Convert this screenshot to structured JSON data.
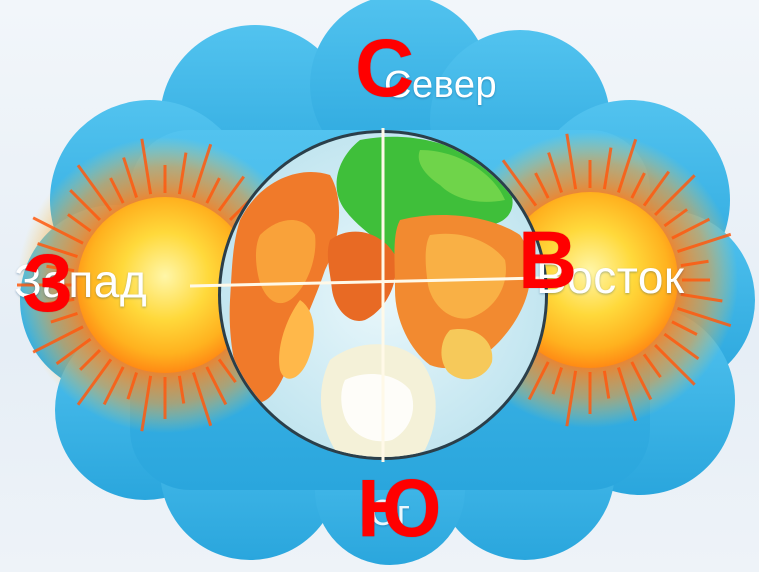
{
  "directions": {
    "north": {
      "word": "Север",
      "letter": "С"
    },
    "west": {
      "word": "Запад",
      "letter": "З"
    },
    "east": {
      "word": "Восток",
      "letter": "В"
    },
    "south": {
      "word": "Юг",
      "letter": "Ю"
    }
  },
  "colors": {
    "cloud": "#3db3e6",
    "sun_core": "#ffd23a",
    "sun_rays": "#ff6a1a",
    "letters": "#ff0000",
    "words": "#ffffff"
  },
  "icons": [
    "cloud-shape",
    "sun-icon-west",
    "sun-icon-east",
    "globe-icon",
    "compass-cross"
  ]
}
